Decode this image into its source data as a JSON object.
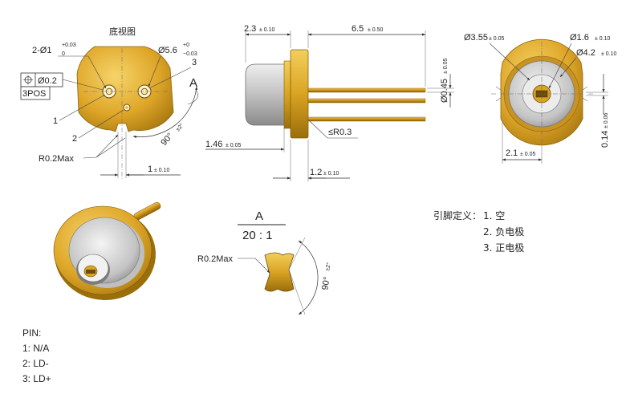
{
  "bottom_view": {
    "title": "底视图",
    "hole_dim_prefix": "2-Ø1",
    "hole_tol_upper": "+0.03",
    "hole_tol_lower": "0",
    "pcd_dim": "Ø5.6",
    "pcd_tol_upper": "+0",
    "pcd_tol_lower": "−0.03",
    "position_tolerance": "Ø0.2",
    "position_count": "3POS",
    "pin_labels": [
      "1",
      "2",
      "3"
    ],
    "radius_note": "R0.2Max",
    "notch_width": "1",
    "notch_width_tol": "± 0.10",
    "angle": "90°",
    "angle_tol": "±2°",
    "detail_marker": "A"
  },
  "side_view": {
    "cap_length": "2.3",
    "cap_length_tol": "± 0.10",
    "pin_length": "6.5",
    "pin_length_tol": "± 0.50",
    "pin_diameter": "Ø0.45",
    "pin_diameter_tol": "± 0.05",
    "flange_to_cap": "1.46",
    "flange_to_cap_tol": "± 0.05",
    "flange_thickness": "1.2",
    "flange_thickness_tol": "± 0.10",
    "fillet_note": "≤R0.3"
  },
  "front_view": {
    "window_diameter": "Ø3.55",
    "window_diameter_tol": "± 0.05",
    "chip_diameter": "Ø1.6",
    "chip_diameter_tol": "± 0.10",
    "cap_diameter": "Ø4.2",
    "cap_diameter_tol": "± 0.10",
    "emitter_offset": "2.1",
    "emitter_offset_tol": "± 0.05",
    "emitter_height": "0.14",
    "emitter_height_tol": "± 0.06"
  },
  "detail": {
    "marker": "A",
    "scale": "20 : 1",
    "radius_note": "R0.2Max",
    "angle": "90°",
    "angle_tol": "±2°"
  },
  "pin_definition": {
    "heading": "引脚定义：",
    "items": [
      "1. 空",
      "2. 负电极",
      "3. 正电极"
    ]
  },
  "pin_legend": {
    "heading": "PIN:",
    "items": [
      "1: N/A",
      "2: LD-",
      "3: LD+"
    ]
  },
  "colors": {
    "gold": "#d9a423",
    "gold_dark": "#a8780f",
    "gold_light": "#f3cf5c",
    "steel": "#c9c9c9",
    "steel_dark": "#8d8d8d"
  }
}
